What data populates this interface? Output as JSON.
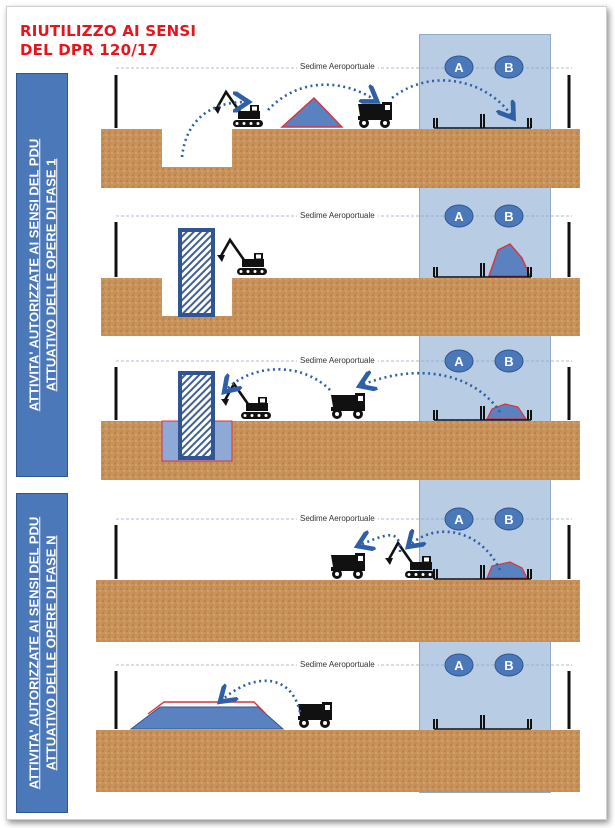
{
  "title": {
    "line1": "RIUTILIZZO AI SENSI",
    "line2": "DEL DPR 120/17"
  },
  "side_bands": [
    {
      "line1": "ATTIVITA' AUTORIZZATE AI SENSI DEL PDU",
      "line2": "ATTUATIVO DELLE OPERE DI FASE 1"
    },
    {
      "line1": "ATTIVITA' AUTORIZZATE AI SENSI DEL PDU",
      "line2": "ATTUATIVO DELLE OPERE DI FASE N"
    }
  ],
  "zone_markers": [
    "A",
    "B"
  ],
  "boundary_label": "Sedime Aeroportuale",
  "colors": {
    "title_red": "#e8141c",
    "band_blue": "#4a78b8",
    "airport_zone": "#b8cce4",
    "ground": "#c9925a",
    "pile_fill": "#5b82c0",
    "pile_outline": "#d9343c",
    "arrow": "#2f5fa6"
  },
  "icons": [
    "excavator-icon",
    "dump-truck-icon",
    "fence-icon",
    "soil-pile-icon"
  ]
}
